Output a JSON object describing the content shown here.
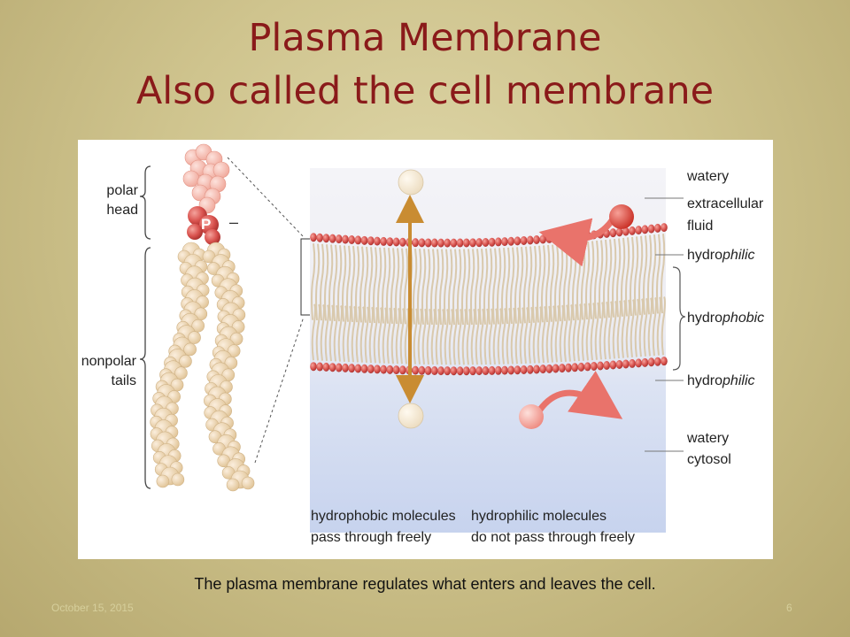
{
  "slide": {
    "title_line1": "Plasma Membrane",
    "title_line2": "Also called the cell membrane",
    "caption": "The plasma membrane regulates what enters and leaves the cell.",
    "footer_date": "October 15, 2015",
    "footer_page": "6"
  },
  "diagram": {
    "polar_head_label": [
      "polar",
      "head"
    ],
    "nonpolar_tails_label": [
      "nonpolar",
      "tails"
    ],
    "phosphate_symbol": "P",
    "charge_symbol": "–",
    "extracellular_label": [
      "watery",
      "extracellular",
      "fluid"
    ],
    "hydrophilic_top": {
      "prefix": "hydro",
      "suffix": "philic"
    },
    "hydrophobic_mid": {
      "prefix": "hydro",
      "suffix": "phobic"
    },
    "hydrophilic_bottom": {
      "prefix": "hydro",
      "suffix": "philic"
    },
    "cytosol_label": [
      "watery",
      "cytosol"
    ],
    "hydrophobic_caption": [
      "hydrophobic molecules",
      "pass through freely"
    ],
    "hydrophilic_caption": [
      "hydrophilic molecules",
      "do not pass through freely"
    ],
    "colors": {
      "head": "#d9534f",
      "tail": "#e8d3a8",
      "extracellular_bg": "#efeff3",
      "cytosol_bg": "#cfd9f0",
      "arrow_gold": "#c98c32",
      "arrow_red": "#e9736b"
    }
  }
}
